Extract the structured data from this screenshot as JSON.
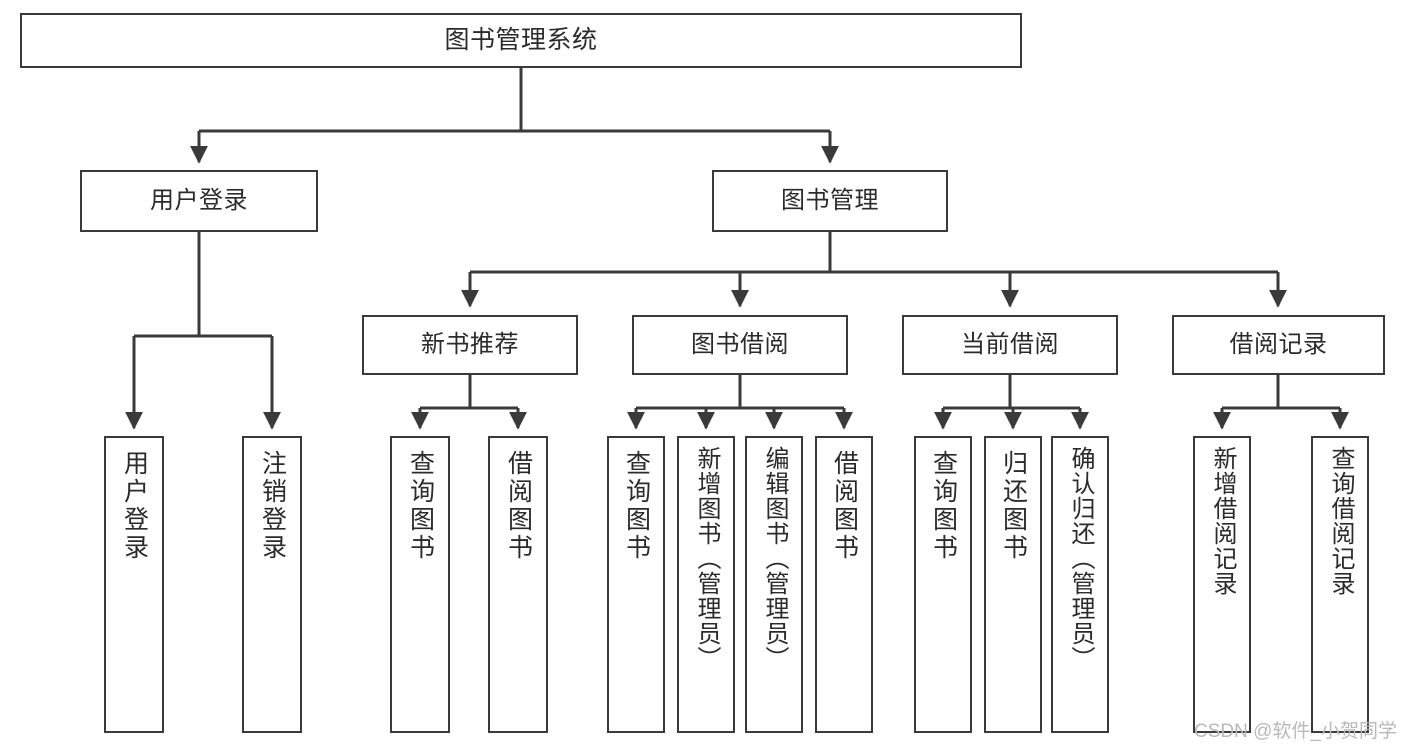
{
  "diagram": {
    "type": "tree-hierarchy-flowchart",
    "title": "图书管理系统",
    "stroke_color": "#3a3a3a",
    "fill_color": "#ffffff",
    "text_color": "#2b2b2b",
    "root": {
      "id": "root",
      "label": "图书管理系统"
    },
    "level2": [
      {
        "id": "user-login",
        "label": "用户登录"
      },
      {
        "id": "book-management",
        "label": "图书管理"
      }
    ],
    "level3": [
      {
        "id": "new-book-recommend",
        "label": "新书推荐"
      },
      {
        "id": "book-borrow",
        "label": "图书借阅"
      },
      {
        "id": "current-borrow",
        "label": "当前借阅"
      },
      {
        "id": "borrow-record",
        "label": "借阅记录"
      }
    ],
    "leaves": {
      "user_login": [
        {
          "id": "leaf-user-login",
          "label": "用户登录"
        },
        {
          "id": "leaf-logout-login",
          "label": "注销登录"
        }
      ],
      "new_book_recommend": [
        {
          "id": "leaf-query-book-1",
          "label": "查询图书"
        },
        {
          "id": "leaf-borrow-book-1",
          "label": "借阅图书"
        }
      ],
      "book_borrow": [
        {
          "id": "leaf-query-book-2",
          "label": "查询图书"
        },
        {
          "id": "leaf-add-book-admin",
          "label": "新增图书（管理员）"
        },
        {
          "id": "leaf-edit-book-admin",
          "label": "编辑图书（管理员）"
        },
        {
          "id": "leaf-borrow-book-2",
          "label": "借阅图书"
        }
      ],
      "current_borrow": [
        {
          "id": "leaf-query-book-3",
          "label": "查询图书"
        },
        {
          "id": "leaf-return-book",
          "label": "归还图书"
        },
        {
          "id": "leaf-confirm-return-admin",
          "label": "确认归还（管理员）"
        }
      ],
      "borrow_record": [
        {
          "id": "leaf-add-borrow-record",
          "label": "新增借阅记录"
        },
        {
          "id": "leaf-query-borrow-record",
          "label": "查询借阅记录"
        }
      ]
    }
  },
  "watermark": {
    "text": "CSDN @软件_小贺同学"
  }
}
